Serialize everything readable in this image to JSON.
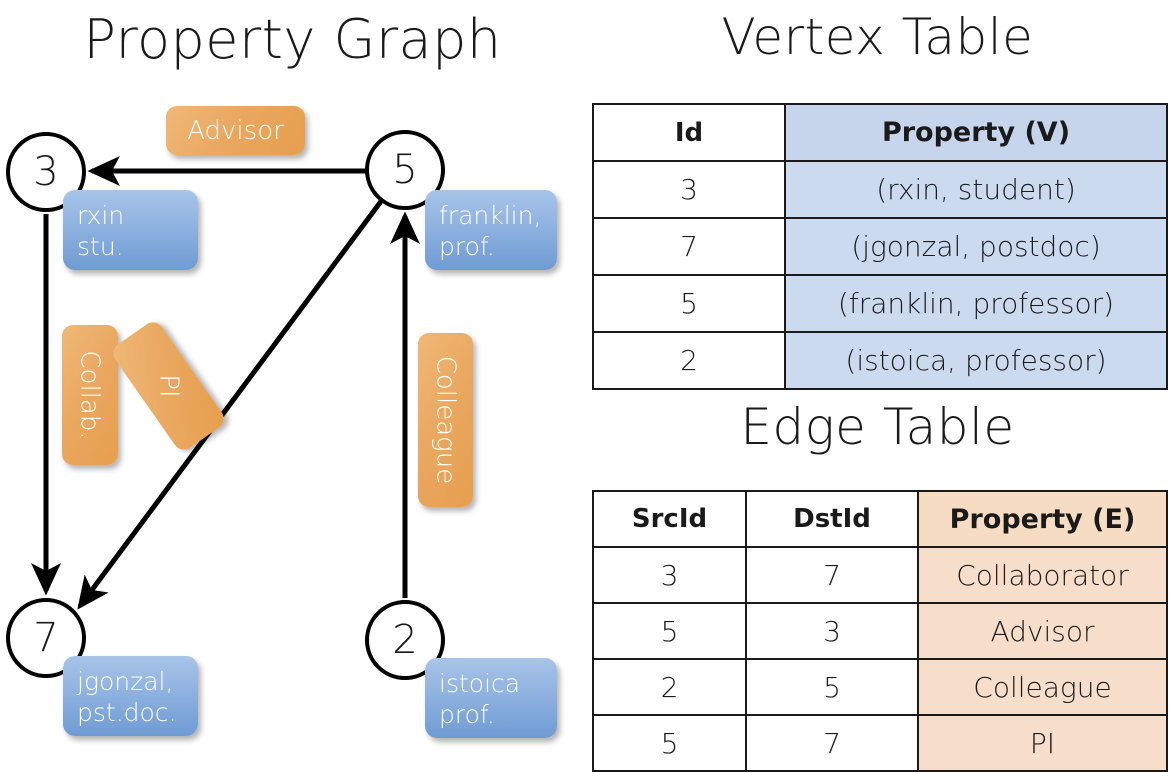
{
  "panels": {
    "graph_title": "Property Graph",
    "vertex_title": "Vertex Table",
    "edge_title": "Edge Table"
  },
  "graph": {
    "nodes": [
      {
        "id": "3",
        "property": "rxin\nstu."
      },
      {
        "id": "5",
        "property": "franklin,\nprof."
      },
      {
        "id": "7",
        "property": "jgonzal,\npst.doc."
      },
      {
        "id": "2",
        "property": "istoica\nprof."
      }
    ],
    "node_labels": {
      "n3": "3",
      "n5": "5",
      "n7": "7",
      "n2": "2"
    },
    "property_boxes": {
      "rxin_line1": "rxin",
      "rxin_line2": "stu.",
      "franklin_line1": "franklin,",
      "franklin_line2": "prof.",
      "jgonzal_line1": "jgonzal,",
      "jgonzal_line2": "pst.doc.",
      "istoica_line1": "istoica",
      "istoica_line2": "prof."
    },
    "edge_labels": {
      "advisor": "Advisor",
      "collab": "Collab.",
      "pi": "PI",
      "colleague": "Colleague"
    },
    "edges": [
      {
        "from": "5",
        "to": "3",
        "label": "Advisor"
      },
      {
        "from": "3",
        "to": "7",
        "label": "Collab."
      },
      {
        "from": "5",
        "to": "7",
        "label": "PI"
      },
      {
        "from": "2",
        "to": "5",
        "label": "Colleague"
      }
    ]
  },
  "vertex_table": {
    "headers": [
      "Id",
      "Property (V)"
    ],
    "rows": [
      {
        "id": "3",
        "property": "(rxin, student)"
      },
      {
        "id": "7",
        "property": "(jgonzal, postdoc)"
      },
      {
        "id": "5",
        "property": "(franklin, professor)"
      },
      {
        "id": "2",
        "property": "(istoica, professor)"
      }
    ]
  },
  "edge_table": {
    "headers": [
      "SrcId",
      "DstId",
      "Property (E)"
    ],
    "rows": [
      {
        "src": "3",
        "dst": "7",
        "property": "Collaborator"
      },
      {
        "src": "5",
        "dst": "3",
        "property": "Advisor"
      },
      {
        "src": "2",
        "dst": "5",
        "property": "Colleague"
      },
      {
        "src": "5",
        "dst": "7",
        "property": "PI"
      }
    ]
  },
  "colors": {
    "vertex_property_fill": "#ccdaf0",
    "vertex_header_fill": "#c7d5ec",
    "edge_property_fill": "#f7decb",
    "edge_header_fill": "#f6dcc2",
    "node_box_blue": "#8fb2e0",
    "edge_label_orange": "#e9a75f",
    "stroke": "#000000"
  }
}
